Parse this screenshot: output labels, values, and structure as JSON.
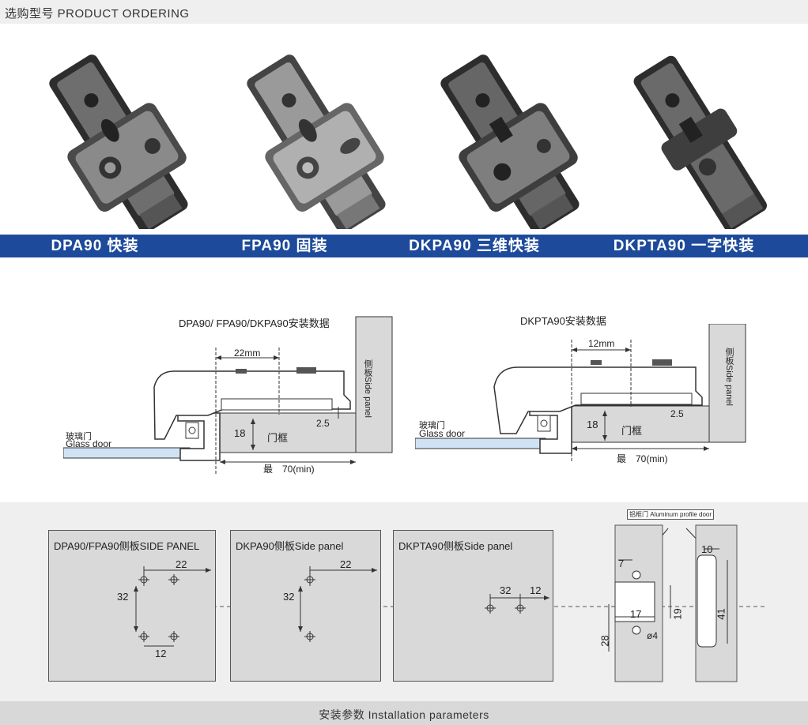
{
  "header": {
    "title": "选购型号 PRODUCT ORDERING"
  },
  "models": [
    {
      "label": "DPA90 快装"
    },
    {
      "label": "FPA90 固装"
    },
    {
      "label": "DKPA90 三维快装"
    },
    {
      "label": "DKPTA90 一字快装"
    }
  ],
  "install_left": {
    "title": "DPA90/ FPA90/DKPA90安装数据",
    "side_panel": "侧板Side panel",
    "dim_22": "22mm",
    "dim_18": "18",
    "door_frame": "门框",
    "dim_25": "2.5",
    "glass_cn": "玻璃门",
    "glass_en": "Glass door",
    "min_dist": "最　70(min)"
  },
  "install_right": {
    "title": "DKPTA90安装数据",
    "side_panel": "侧板Side panel",
    "dim_12": "12mm",
    "dim_18": "18",
    "door_frame": "门框",
    "dim_25": "2.5",
    "glass_cn": "玻璃门",
    "glass_en": "Glass door",
    "min_dist": "最　70(min)"
  },
  "panels": [
    {
      "title": "DPA90/FPA90侧板SIDE PANEL",
      "d_top": "22",
      "d_side": "32",
      "d_bottom": "12"
    },
    {
      "title": "DKPA90侧板Side panel",
      "d_top": "22",
      "d_side": "32"
    },
    {
      "title": "DKPTA90侧板Side panel",
      "d_a": "32",
      "d_b": "12"
    }
  ],
  "profile": {
    "label": "铝框门 Aluminum profile door",
    "d10": "10",
    "d7": "7",
    "d17": "17",
    "d19": "19",
    "d28": "28",
    "d4": "ø4",
    "d41": "41"
  },
  "footer": {
    "text": "安装参数 Installation parameters"
  },
  "colors": {
    "band": "#1d4a9a",
    "glass": "#cfe3f5",
    "panel": "#d9d9d9"
  }
}
